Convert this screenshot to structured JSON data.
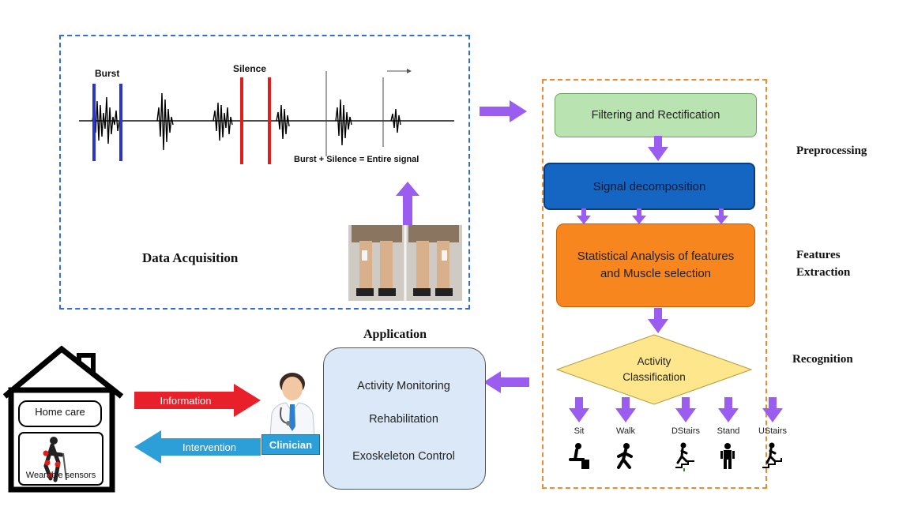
{
  "caption_top": "...y ... ... ... ... ... ... ...",
  "data_acquisition": {
    "title": "Data Acquisition",
    "burst_label": "Burst",
    "silence_label": "Silence",
    "equation": "Burst + Silence = Entire signal"
  },
  "pipeline": {
    "filtering": "Filtering and Rectification",
    "decomposition": "Signal decomposition",
    "statistical": "Statistical Analysis of features and Muscle selection",
    "classification": "Activity Classification",
    "activities": [
      "Sit",
      "Walk",
      "DStairs",
      "Stand",
      "UStairs"
    ]
  },
  "stage_labels": {
    "preprocessing": "Preprocessing",
    "features": "Features Extraction",
    "recognition": "Recognition"
  },
  "application": {
    "title": "Application",
    "items": [
      "Activity Monitoring",
      "Rehabilitation",
      "Exoskeleton Control"
    ]
  },
  "home": {
    "home_care": "Home care",
    "wearable": "Wearable sensors"
  },
  "flows": {
    "information": "Information",
    "intervention": "Intervention",
    "clinician": "Clinician"
  },
  "colors": {
    "blue_dash": "#2f6fd6",
    "orange_dash": "#f08a2c",
    "purple_arrow": "#9b5cf0",
    "filter_box": "#b9e3b0",
    "decomp_box": "#1466c2",
    "stat_box": "#f7861e",
    "diamond": "#fde68c",
    "info_arrow": "#e8202a",
    "interv_arrow": "#2c9fd8",
    "app_box": "#dbe8f7"
  }
}
